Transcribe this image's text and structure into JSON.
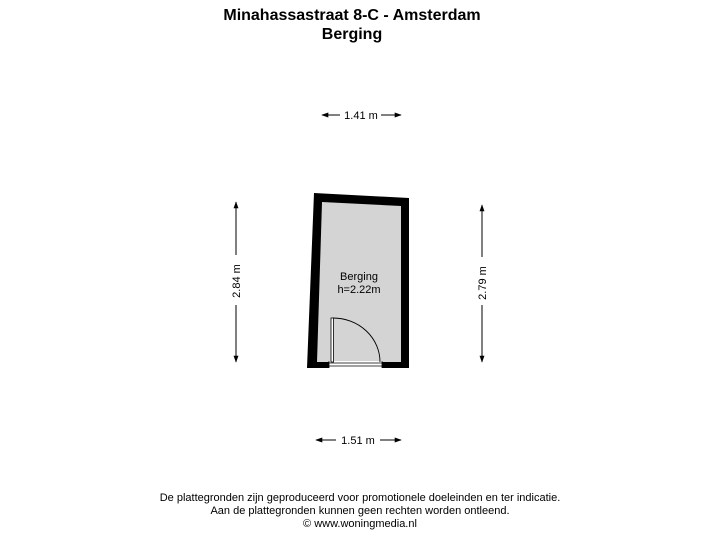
{
  "header": {
    "address": "Minahassastraat 8-C - Amsterdam",
    "floor": "Berging"
  },
  "room": {
    "name": "Berging",
    "height": "h=2.22m"
  },
  "dimensions": {
    "top": "1.41 m",
    "bottom": "1.51 m",
    "left": "2.84 m",
    "right": "2.79 m"
  },
  "footer": {
    "line1": "De plattegronden zijn geproduceerd voor promotionele doeleinden en ter indicatie.",
    "line2": "Aan de plattegronden kunnen geen rechten worden ontleend.",
    "line3": "© www.woningmedia.nl"
  },
  "colors": {
    "wall": "#000000",
    "floor": "#d4d4d4"
  }
}
